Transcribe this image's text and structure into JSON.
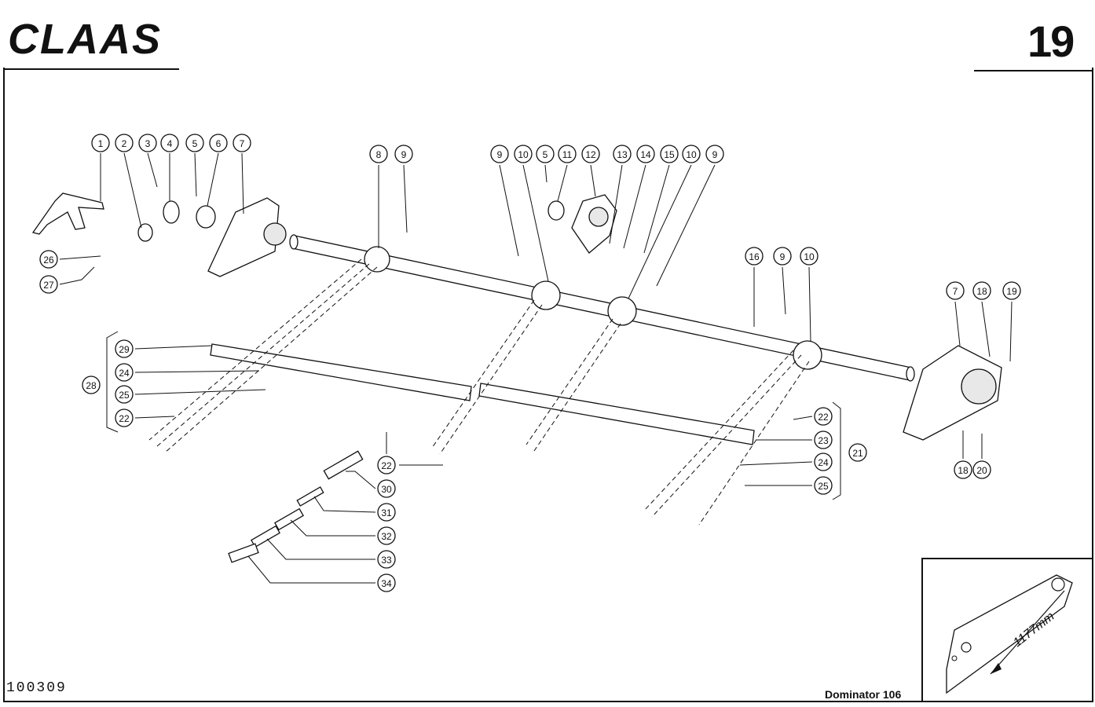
{
  "header": {
    "brand": "CLAAS",
    "page_number": "19"
  },
  "footer": {
    "drawing_code": "100309",
    "model": "Dominator 106"
  },
  "inset": {
    "dimension": "1177mm"
  },
  "callouts": [
    {
      "label": "1"
    },
    {
      "label": "2"
    },
    {
      "label": "3"
    },
    {
      "label": "4"
    },
    {
      "label": "5"
    },
    {
      "label": "6"
    },
    {
      "label": "7"
    },
    {
      "label": "8"
    },
    {
      "label": "9"
    },
    {
      "label": "9"
    },
    {
      "label": "10"
    },
    {
      "label": "5"
    },
    {
      "label": "11"
    },
    {
      "label": "12"
    },
    {
      "label": "13"
    },
    {
      "label": "14"
    },
    {
      "label": "15"
    },
    {
      "label": "10"
    },
    {
      "label": "9"
    },
    {
      "label": "16"
    },
    {
      "label": "9"
    },
    {
      "label": "10"
    },
    {
      "label": "7"
    },
    {
      "label": "18"
    },
    {
      "label": "19"
    },
    {
      "label": "18"
    },
    {
      "label": "20"
    },
    {
      "label": "26"
    },
    {
      "label": "27"
    },
    {
      "label": "29"
    },
    {
      "label": "24"
    },
    {
      "label": "25"
    },
    {
      "label": "22"
    },
    {
      "label": "28"
    },
    {
      "label": "22"
    },
    {
      "label": "30"
    },
    {
      "label": "31"
    },
    {
      "label": "32"
    },
    {
      "label": "33"
    },
    {
      "label": "34"
    },
    {
      "label": "22"
    },
    {
      "label": "23"
    },
    {
      "label": "24"
    },
    {
      "label": "25"
    },
    {
      "label": "21"
    }
  ]
}
